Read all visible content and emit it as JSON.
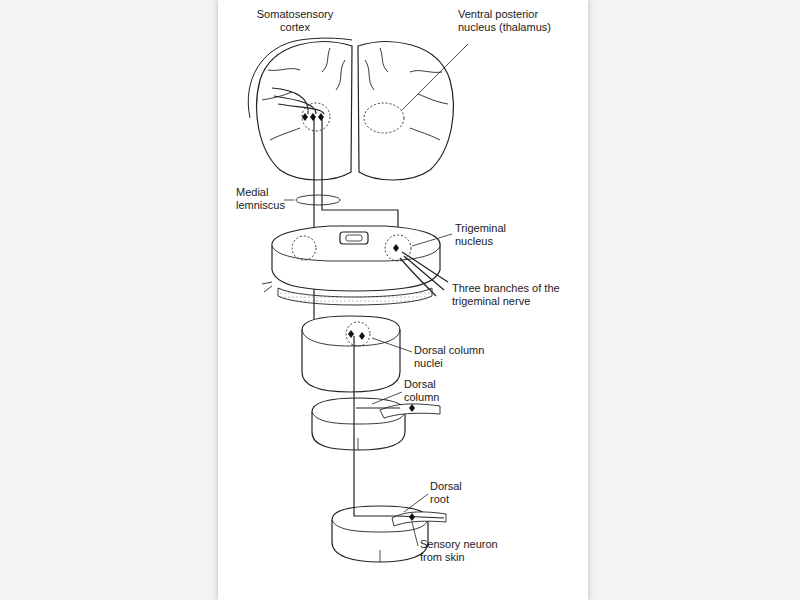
{
  "diagram": {
    "labels": [
      "Somatosensory cortex",
      "Ventral posterior nucleus (thalamus)",
      "Medial lemniscus",
      "Trigeminal nucleus",
      "Three branches of the trigeminal nerve",
      "Dorsal column nuclei",
      "Dorsal column",
      "Dorsal root",
      "Sensory neuron from skin"
    ]
  }
}
